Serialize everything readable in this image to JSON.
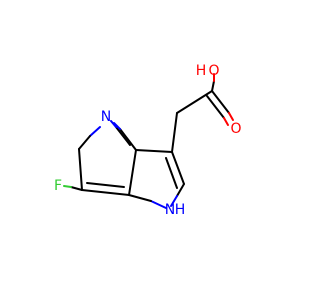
{
  "molecule": {
    "atoms": {
      "oxygen_hydroxyl": "O",
      "hydroxyl_hydrogen": "H",
      "oxygen_carbonyl": "O",
      "nitrogen_pyridine": "N",
      "fluorine": "F",
      "nitrogen_pyrrole": "N",
      "pyrrole_hydrogen": "H"
    },
    "colors": {
      "bond": "#000000",
      "carbon_bond": "#000000",
      "oxygen": "#ff0000",
      "nitrogen": "#0000ff",
      "fluorine": "#33cc33"
    }
  }
}
